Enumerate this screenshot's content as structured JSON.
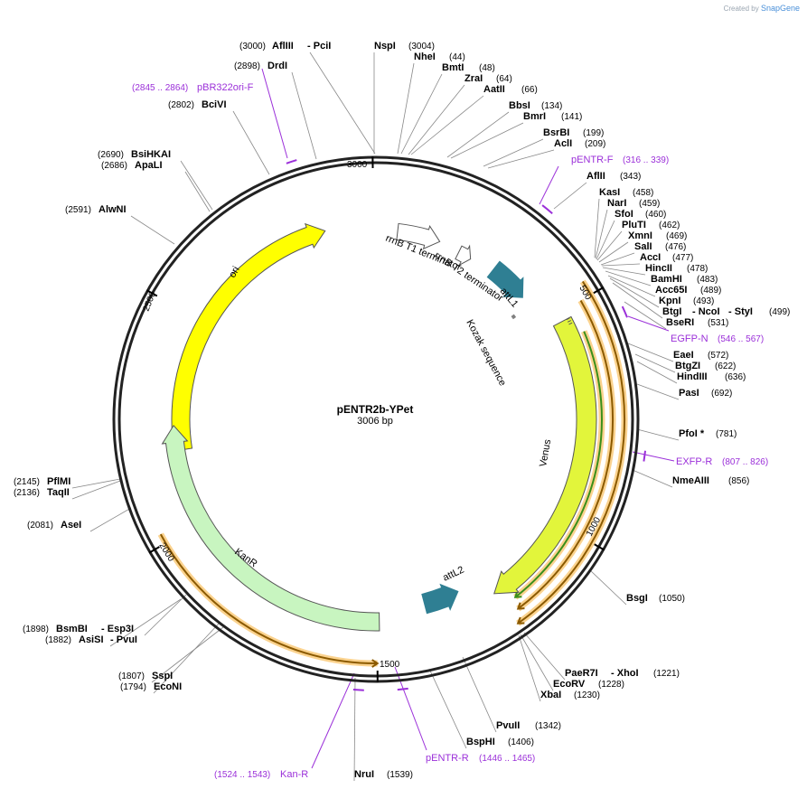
{
  "branding": {
    "created_by": "Created by",
    "app_name": "SnapGene"
  },
  "plasmid": {
    "name": "pENTR2b-YPet",
    "size_label": "3006 bp",
    "total_bp": 3006
  },
  "ruler_ticks": [
    {
      "label": "500",
      "bp": 500
    },
    {
      "label": "1000",
      "bp": 1000
    },
    {
      "label": "1500",
      "bp": 1500
    },
    {
      "label": "2000",
      "bp": 2000
    },
    {
      "label": "2500",
      "bp": 2500
    },
    {
      "label": "3000",
      "bp": 3000
    }
  ],
  "enzymes": [
    {
      "name": "AflIII",
      "name2": "PciI",
      "pos": "(3000)"
    },
    {
      "name": "NspI",
      "pos": "(3004)"
    },
    {
      "name": "NheI",
      "pos": "(44)"
    },
    {
      "name": "BmtI",
      "pos": "(48)"
    },
    {
      "name": "ZraI",
      "pos": "(64)"
    },
    {
      "name": "AatII",
      "pos": "(66)"
    },
    {
      "name": "BbsI",
      "pos": "(134)"
    },
    {
      "name": "BmrI",
      "pos": "(141)"
    },
    {
      "name": "BsrBI",
      "pos": "(199)"
    },
    {
      "name": "AclI",
      "pos": "(209)"
    },
    {
      "name": "AflII",
      "pos": "(343)"
    },
    {
      "name": "KasI",
      "pos": "(458)"
    },
    {
      "name": "NarI",
      "pos": "(459)"
    },
    {
      "name": "SfoI",
      "pos": "(460)"
    },
    {
      "name": "PluTI",
      "pos": "(462)"
    },
    {
      "name": "XmnI",
      "pos": "(469)"
    },
    {
      "name": "SalI",
      "pos": "(476)"
    },
    {
      "name": "AccI",
      "pos": "(477)"
    },
    {
      "name": "HincII",
      "pos": "(478)"
    },
    {
      "name": "BamHI",
      "pos": "(483)"
    },
    {
      "name": "Acc65I",
      "pos": "(489)"
    },
    {
      "name": "KpnI",
      "pos": "(493)"
    },
    {
      "name": "BtgI",
      "name2": "NcoI",
      "name3": "StyI",
      "pos": "(499)"
    },
    {
      "name": "BseRI",
      "pos": "(531)"
    },
    {
      "name": "EaeI",
      "pos": "(572)"
    },
    {
      "name": "BtgZI",
      "pos": "(622)"
    },
    {
      "name": "HindIII",
      "pos": "(636)"
    },
    {
      "name": "PasI",
      "pos": "(692)"
    },
    {
      "name": "PfoI *",
      "pos": "(781)"
    },
    {
      "name": "NmeAIII",
      "pos": "(856)"
    },
    {
      "name": "BsgI",
      "pos": "(1050)"
    },
    {
      "name": "PaeR7I",
      "name2": "XhoI",
      "pos": "(1221)"
    },
    {
      "name": "EcoRV",
      "pos": "(1228)"
    },
    {
      "name": "XbaI",
      "pos": "(1230)"
    },
    {
      "name": "PvuII",
      "pos": "(1342)"
    },
    {
      "name": "BspHI",
      "pos": "(1406)"
    },
    {
      "name": "NruI",
      "pos": "(1539)"
    },
    {
      "name": "SspI",
      "pos": "(1807)"
    },
    {
      "name": "EcoNI",
      "pos": "(1794)"
    },
    {
      "name": "BsmBI",
      "name2": "Esp3I",
      "pos": "(1898)"
    },
    {
      "name": "AsiSI",
      "name2": "PvuI",
      "pos": "(1882)"
    },
    {
      "name": "AseI",
      "pos": "(2081)"
    },
    {
      "name": "PflMI",
      "pos": "(2145)"
    },
    {
      "name": "TaqII",
      "pos": "(2136)"
    },
    {
      "name": "AlwNI",
      "pos": "(2591)"
    },
    {
      "name": "BsiHKAI",
      "pos": "(2690)"
    },
    {
      "name": "ApaLI",
      "pos": "(2686)"
    },
    {
      "name": "BciVI",
      "pos": "(2802)"
    },
    {
      "name": "DrdI",
      "pos": "(2898)"
    }
  ],
  "primers": [
    {
      "name": "pBR322ori-F",
      "range": "(2845 .. 2864)"
    },
    {
      "name": "pENTR-F",
      "range": "(316 .. 339)"
    },
    {
      "name": "EGFP-N",
      "range": "(546 .. 567)"
    },
    {
      "name": "EXFP-R",
      "range": "(807 .. 826)"
    },
    {
      "name": "pENTR-R",
      "range": "(1446 .. 1465)"
    },
    {
      "name": "Kan-R",
      "range": "(1524 .. 1543)"
    }
  ],
  "features": [
    {
      "name": "rrnB T1 terminator",
      "color": "#ffffff"
    },
    {
      "name": "rrnB T2 terminator",
      "color": "#ffffff"
    },
    {
      "name": "attL1",
      "color": "#2f7f93"
    },
    {
      "name": "Kozak sequence",
      "color": "#808080"
    },
    {
      "name": "Venus",
      "color": "#e2f53b"
    },
    {
      "name": "attL2",
      "color": "#2f7f93"
    },
    {
      "name": "KanR",
      "color": "#c8f5c0"
    },
    {
      "name": "ori",
      "color": "#ffff00"
    }
  ],
  "colors": {
    "primer": "#9b30d9",
    "orf": "#f5a623",
    "venus_orf": "#3a8f1a",
    "backbone": "#222222"
  }
}
